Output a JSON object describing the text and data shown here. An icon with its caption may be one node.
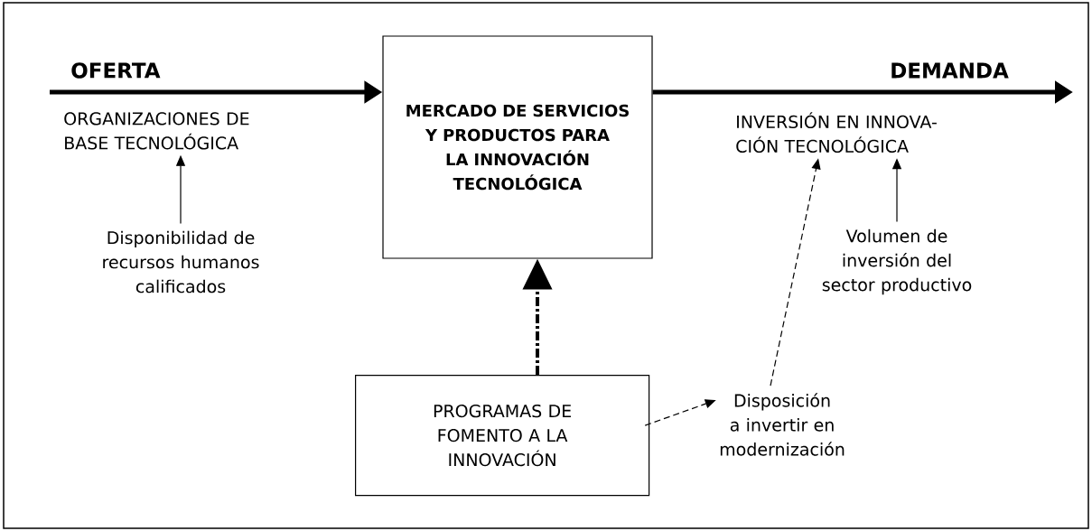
{
  "diagram": {
    "nodes": [
      {
        "text": [
          "ORGANIZACIONES DE BASE TECNOLÓGICA"
        ]
      },
      {
        "text": [
          "MERCADO DE SERVICIOS Y PRODUCTOS PARA LA INNOVACIÓN TECNOLÓGICA"
        ]
      },
      {
        "text": [
          "INVERSIÓN EN INNOVA- CIÓN TECNOLÓGICA"
        ]
      },
      {
        "text": [
          "Disponibilidad de recursos humanos calificados"
        ]
      },
      {
        "text": [
          "Volumen de inversión del sector productivo"
        ]
      },
      {
        "text": [
          "PROGRAMAS DE FOMENTO A LA INNOVACIÓN"
        ]
      },
      {
        "text": [
          "Disposición a invertir en modernización"
        ]
      }
    ],
    "edges": [
      {
        "from": null,
        "to": 1,
        "arrow": "to",
        "style": "thick"
      },
      {
        "from": 1,
        "to": null,
        "arrow": "to",
        "style": "thick"
      },
      {
        "from": 3,
        "to": 0,
        "arrow": "to"
      },
      {
        "from": 4,
        "to": 2,
        "arrow": "to"
      },
      {
        "from": 5,
        "to": 1,
        "arrow": "to",
        "style": "dashed"
      },
      {
        "from": 5,
        "to": 6,
        "arrow": "to",
        "style": "dashed"
      },
      {
        "from": 6,
        "to": 2,
        "arrow": "to",
        "style": "dashed"
      }
    ],
    "labels": [
      "OFERTA",
      "DEMANDA"
    ]
  }
}
